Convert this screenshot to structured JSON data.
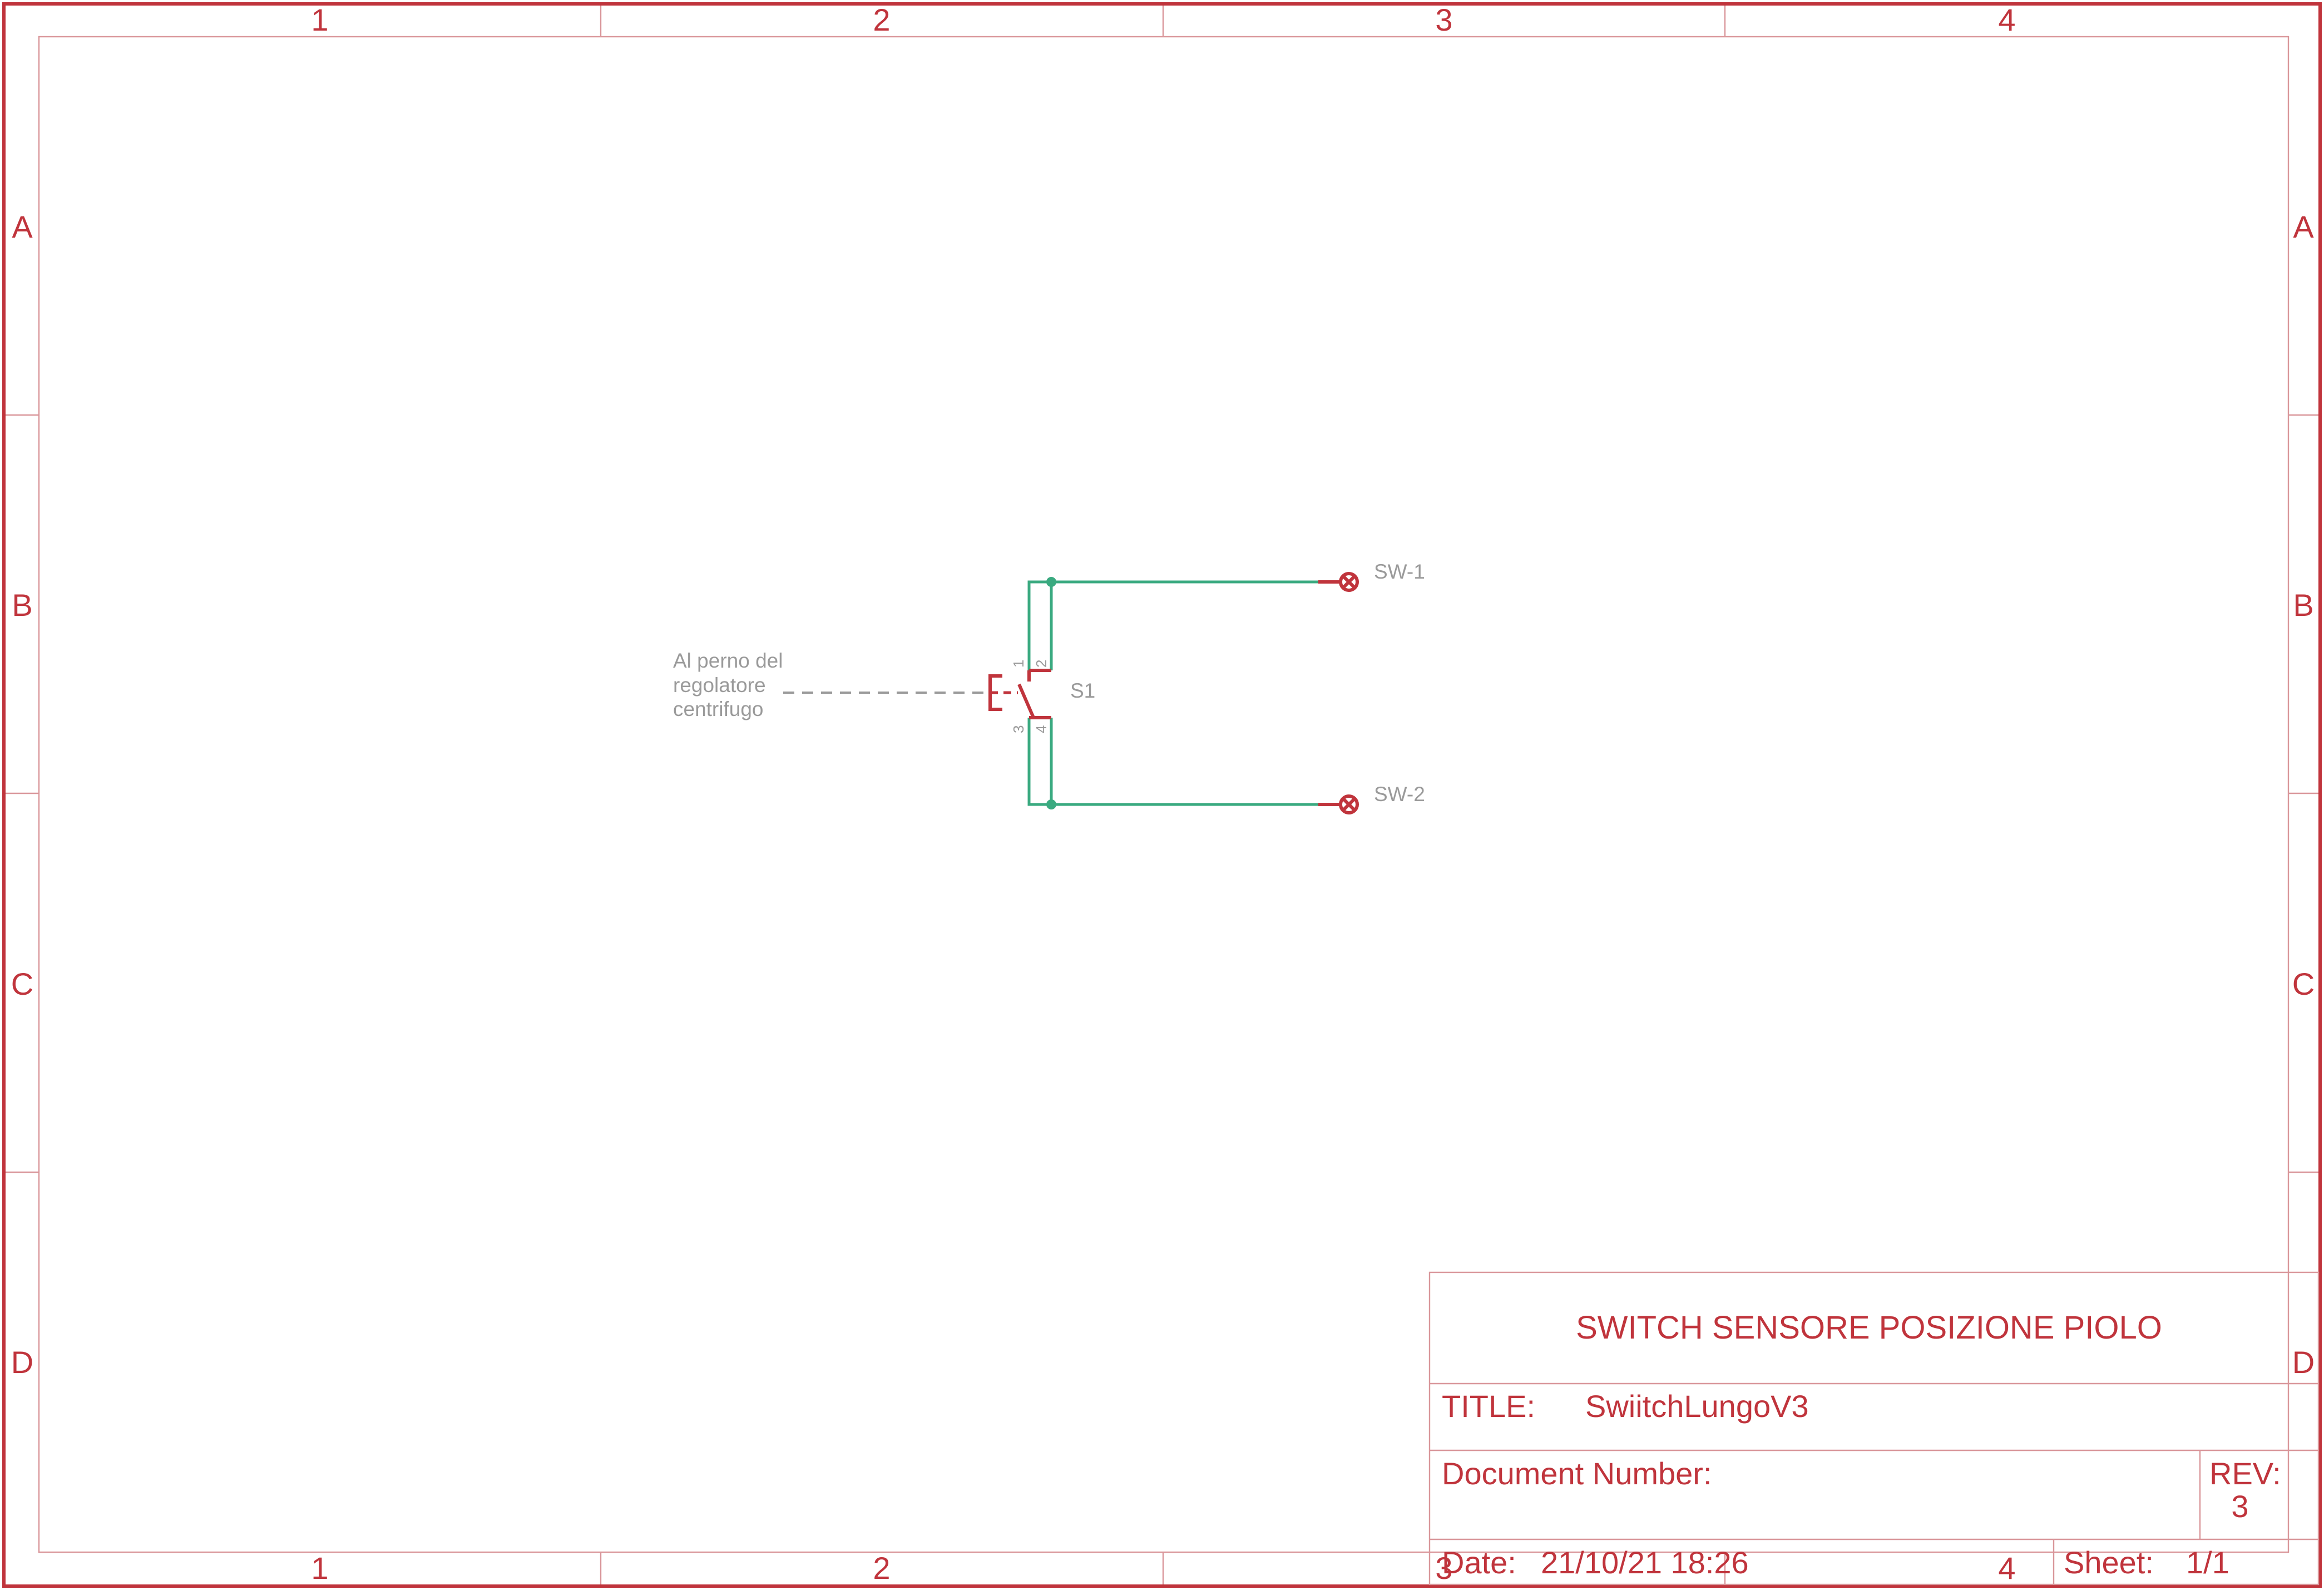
{
  "frame": {
    "columns": [
      "1",
      "2",
      "3",
      "4"
    ],
    "rows": [
      "A",
      "B",
      "C",
      "D"
    ]
  },
  "title_block": {
    "heading": "SWITCH SENSORE POSIZIONE PIOLO",
    "title_label": "TITLE:",
    "title_value": "SwiitchLungoV3",
    "doc_number_label": "Document Number:",
    "doc_number_value": "",
    "rev_label": "REV:",
    "rev_value": "3",
    "date_label": "Date:",
    "date_value": "21/10/21 18:26",
    "sheet_label": "Sheet:",
    "sheet_value": "1/1"
  },
  "schematic": {
    "switch_label": "S1",
    "actuator_note": [
      "Al perno del",
      "regolatore",
      "centrifugo"
    ],
    "pins": [
      "1",
      "2",
      "3",
      "4"
    ],
    "terminals": [
      "SW-1",
      "SW-2"
    ],
    "colors": {
      "frame": "#c0343c",
      "wire": "#3aaa80",
      "label": "#9a9a9a"
    }
  }
}
